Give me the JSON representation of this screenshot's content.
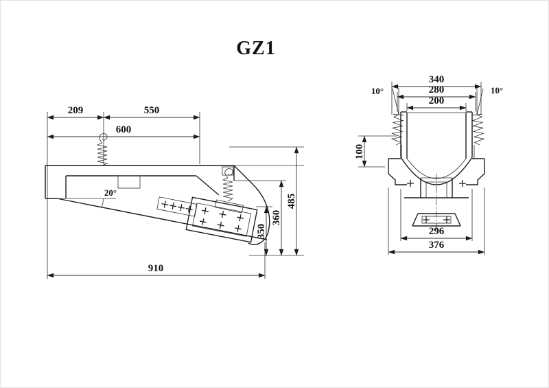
{
  "title": "GZ1",
  "side_view": {
    "d209": "209",
    "d550": "550",
    "d600": "600",
    "d910": "910",
    "d485": "485",
    "d360": "360",
    "d350": "350",
    "angle": "20°"
  },
  "end_view": {
    "d340": "340",
    "d280": "280",
    "d200": "200",
    "d100": "100",
    "d296": "296",
    "d376": "376",
    "angle_left": "10°",
    "angle_right": "10°"
  },
  "colors": {
    "ink": "#1c1c1c",
    "paper": "#ffffff"
  }
}
